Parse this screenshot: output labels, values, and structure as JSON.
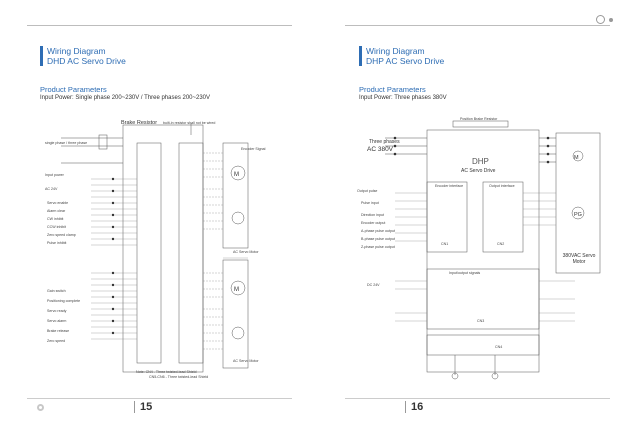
{
  "left": {
    "title_line1": "Wiring Diagram",
    "title_line2": "DHD AC Servo Drive",
    "section": "Product Parameters",
    "input_power": "Input Power: Single phase 200~230V / Three phases 200~230V",
    "page_number": "15",
    "diagram": {
      "brake_resistor": "Brake Resistor",
      "brake_note": "built-in resistor shall not be wired",
      "power_label": "single phase / three phase",
      "signal_labels": [
        "Input power",
        "AC 24V",
        "Servo enable",
        "Alarm clear",
        "CW inhibit",
        "CCW inhibit",
        "Zero speed clamp",
        "Pulse inhibit",
        "Gain switch",
        "Positioning complete",
        "Servo ready",
        "Servo alarm",
        "Brake release",
        "Zero speed"
      ],
      "encoder_label": "Encoder Signal",
      "motor_label": "AC Servo Motor",
      "note1": "Note: CN4 - Three twisted-lead Shield",
      "note2": "CN5-CN6 - Three twisted-lead Shield"
    }
  },
  "right": {
    "title_line1": "Wiring Diagram",
    "title_line2": "DHP AC Servo Drive",
    "section": "Product Parameters",
    "input_power": "Input Power: Three phases 380V",
    "page_number": "16",
    "diagram": {
      "top_label": "Position Brake Resistor",
      "three_phase": "Three phases",
      "voltage": "AC 380V",
      "model": "DHP",
      "drive": "AC Servo Drive",
      "motor_box": "380VAC Servo Motor",
      "cn1": "CN1",
      "cn2": "CN2",
      "cn3": "CN3",
      "cn4": "CN4",
      "cn_sub1": "Encoder interface",
      "cn_sub2": "Output interface",
      "signals": [
        "Output pulse",
        "Pulse input",
        "Direction input",
        "Encoder output",
        "A-phase pulse output",
        "B-phase pulse output",
        "Z-phase pulse output"
      ],
      "io_label": "Input/output signals",
      "dc": "DC 24V"
    }
  }
}
